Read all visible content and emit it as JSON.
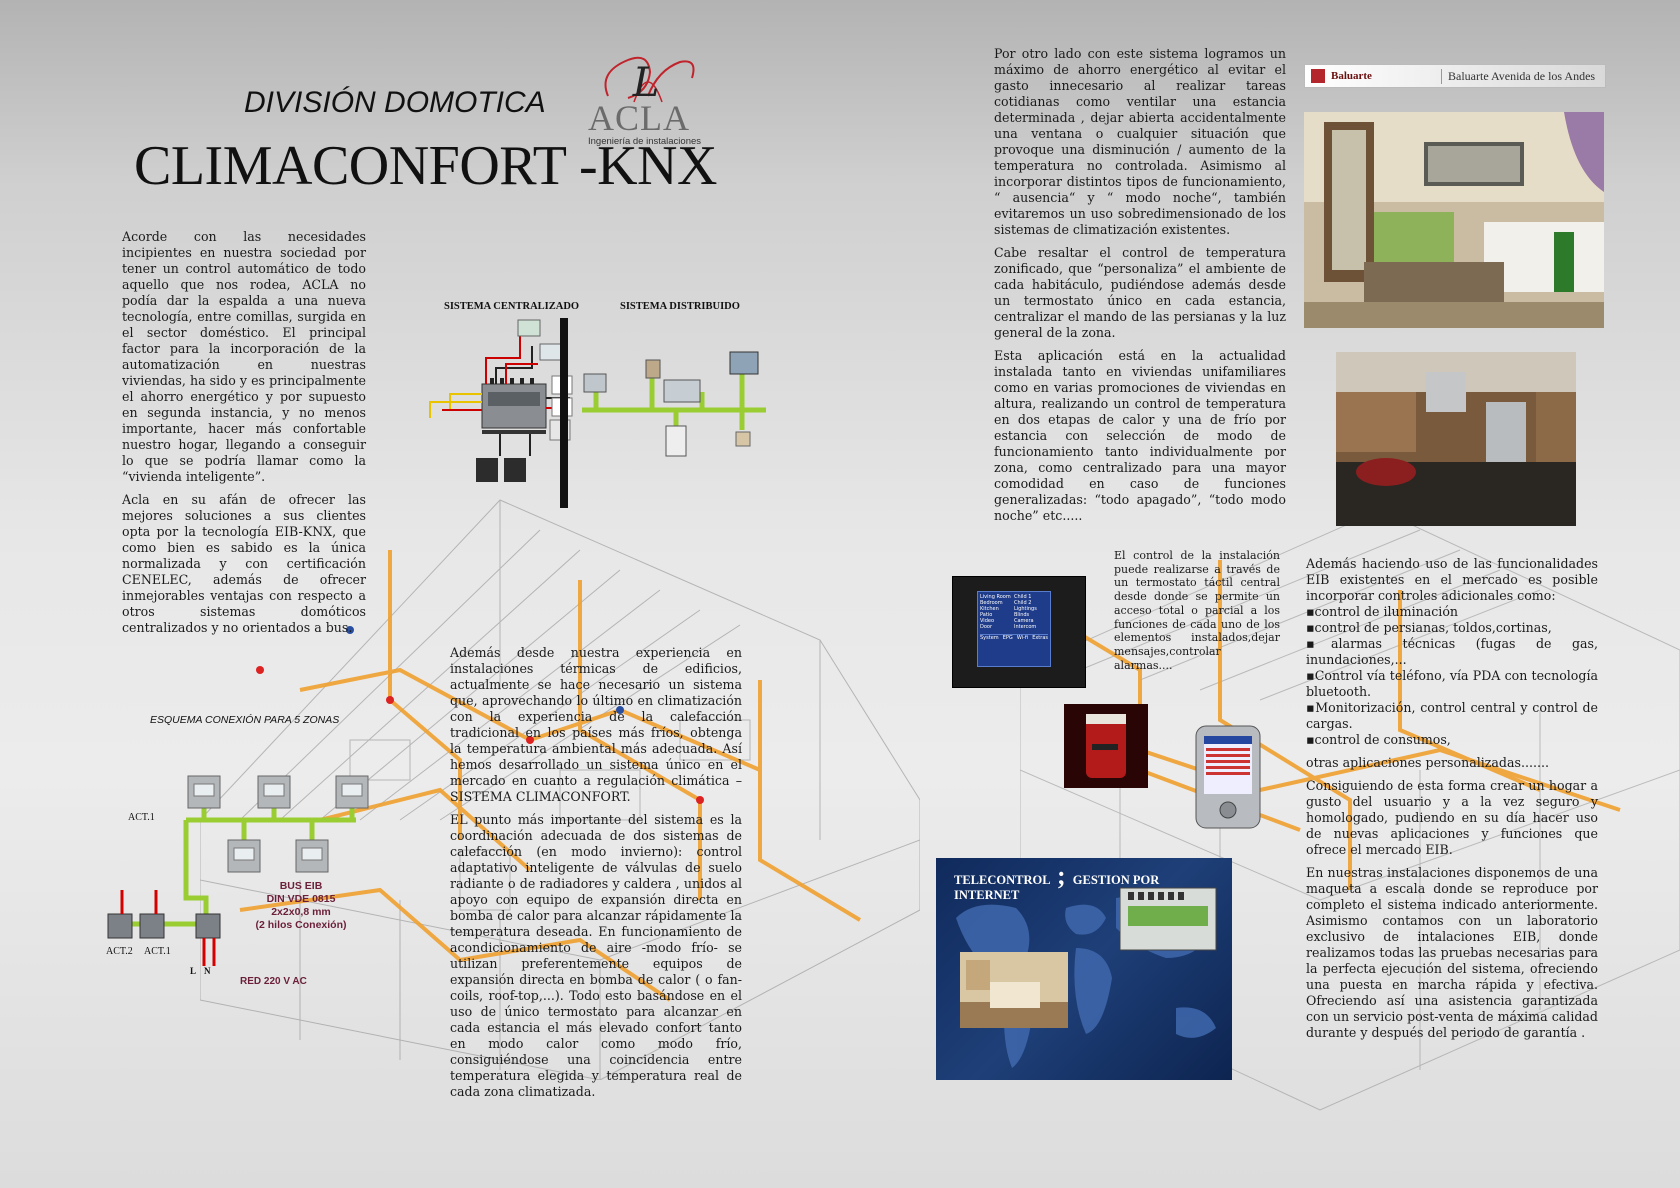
{
  "header": {
    "division_title": "DIVISIÓN DOMOTICA",
    "main_title": "CLIMACONFORT -KNX",
    "logo_text": "ACLA",
    "logo_subtitle": "Ingeniería de instalaciones"
  },
  "left_column": {
    "p1": "Acorde con las necesidades incipientes en nuestra sociedad por tener un control automático de todo aquello que nos rodea, ACLA no podía dar la espalda a una nueva tecnología, entre comillas, surgida en el sector doméstico. El principal factor para la incorporación de la automatización en nuestras viviendas, ha sido y es principalmente el ahorro energético y por supuesto en segunda instancia, y no menos importante, hacer más confortable nuestro hogar, llegando a conseguir lo que se podría llamar como la “vivienda inteligente”.",
    "p2": "Acla en su afán de ofrecer las mejores soluciones a sus clientes opta por la tecnología EIB-KNX, que como bien es sabido es la única normalizada y con certificación CENELEC, además de ofrecer inmejorables ventajas con respecto a otros sistemas domóticos centralizados y no orientados a bus."
  },
  "systems_diagram": {
    "label_centralized": "SISTEMA CENTRALIZADO",
    "label_distributed": "SISTEMA DISTRIBUIDO"
  },
  "wiring_diagram": {
    "title": "ESQUEMA CONEXIÓN PARA 5 ZONAS",
    "act1_top": "ACT.1",
    "act2": "ACT.2",
    "act1_bottom": "ACT.1",
    "bus_lines": [
      "BUS EIB",
      "DIN VDE 0815",
      "2x2x0,8 mm",
      "(2 hilos Conexión)"
    ],
    "l_label": "L",
    "n_label": "N",
    "red_label": "RED 220 V AC"
  },
  "middle_column": {
    "p1": "Además desde nuestra experiencia en instalaciones térmicas de edificios, actualmente se hace necesario un sistema que, aprovechando lo último en climatización con la experiencia de la calefacción tradicional en los países más fríos, obtenga la temperatura ambiental más adecuada. Así hemos desarrollado un sistema único en el mercado en cuanto a regulación climática – SISTEMA CLIMACONFORT.",
    "p2": "EL punto más importante del sistema es la coordinación adecuada de dos sistemas de calefacción (en modo invierno): control adaptativo inteligente de válvulas de suelo radiante o de radiadores y caldera , unidos al apoyo con equipo de expansión directa en bomba de calor para alcanzar rápidamente la temperatura deseada. En funcionamiento de acondicionamiento de aire -modo frío- se utilizan preferentemente equipos de expansión directa en bomba de calor ( o fan-coils, roof-top,...). Todo esto basándose en el uso de único termostato para alcanzar en cada estancia el más elevado confort tanto en modo calor como modo frío, consiguiéndose una coincidencia entre temperatura elegida y temperatura real de cada zona climatizada."
  },
  "right_top_column": {
    "p1": "Por otro lado con este sistema logramos un máximo de ahorro energético al evitar el gasto innecesario al realizar tareas cotidianas como ventilar una estancia determinada , dejar abierta accidentalmente una ventana o cualquier situación que provoque una disminución / aumento de la temperatura no controlada. Asimismo al incorporar distintos tipos de funcionamiento, “ ausencia“ y “ modo noche“, también evitaremos un uso sobredimensionado de los sistemas de climatización existentes.",
    "p2": "Cabe resaltar el control de temperatura zonificado, que “personaliza” el ambiente de cada habitáculo, pudiéndose además desde un termostato único en cada estancia, centralizar el mando de las persianas y la luz general de la zona.",
    "p3": "Esta aplicación está en la actualidad instalada tanto en viviendas unifamiliares como en varias promociones de viviendas en altura, realizando un control de temperatura en dos etapas de calor y una de frío por estancia con selección de modo de funcionamiento tanto individualmente por zona, como centralizado para una mayor comodidad en caso de funciones generalizadas: “todo apagado”, “todo modo noche” etc....."
  },
  "banner": {
    "brand": "Baluarte",
    "tagline": "Baluarte Avenida de los Andes"
  },
  "touch_note": "El control de la instalación puede realizarse a través de un termostato táctil central desde donde se permite un acceso total o parcial a los funciones de cada uno de los elementos instalados,dejar mensajes,controlar alarmas....",
  "touchscreen_menu": [
    "Living Room",
    "Bedroom",
    "Kitchen",
    "Patio",
    "Video",
    "Door"
  ],
  "touchscreen_values": [
    "Child 1",
    "Child 2",
    "Lightings",
    "Blinds",
    "Camera",
    "Intercom"
  ],
  "touchscreen_footer": [
    "System",
    "EPG",
    "Wi-fi",
    "Extras"
  ],
  "right_bottom_column": {
    "intro": "Además haciendo uso de las funcionalidades EIB existentes en el mercado es posible incorporar controles adicionales como:",
    "bullets": [
      "▪control de iluminación",
      "▪control de persianas, toldos,cortinas,",
      "▪alarmas técnicas (fugas de gas, inundaciones,...",
      "▪Control vía teléfono, vía PDA con tecnología bluetooth.",
      "▪Monitorización, control central y control de cargas.",
      "▪control de consumos,"
    ],
    "others": "otras aplicaciones personalizadas.......",
    "p_home": "Consiguiendo de esta forma crear un hogar a gusto del usuario y a la vez seguro y homologado, pudiendo en su día hacer uso de nuevas aplicaciones y funciones que ofrece el mercado EIB.",
    "p_model": "En nuestras instalaciones disponemos de una maqueta a escala donde se reproduce por completo el sistema indicado anteriormente. Asimismo contamos con un laboratorio exclusivo de intalaciones EIB, donde realizamos todas las pruebas necesarias para la perfecta ejecución del sistema, ofreciendo una puesta en marcha rápida y efectiva. Ofreciendo así una asistencia garantizada con un servicio post-venta de máxima calidad durante y después del periodo de garantía ."
  },
  "telecontrol": {
    "line1": "TELECONTROL",
    "separator": ";",
    "line1b": "GESTION POR",
    "line2": "INTERNET"
  },
  "colors": {
    "orange_pipe": "#f0a030",
    "bus_green": "#9acd32",
    "title_dark": "#1a1a1a",
    "logo_red": "#c0232b",
    "tele_bg": "#1e3f78"
  }
}
